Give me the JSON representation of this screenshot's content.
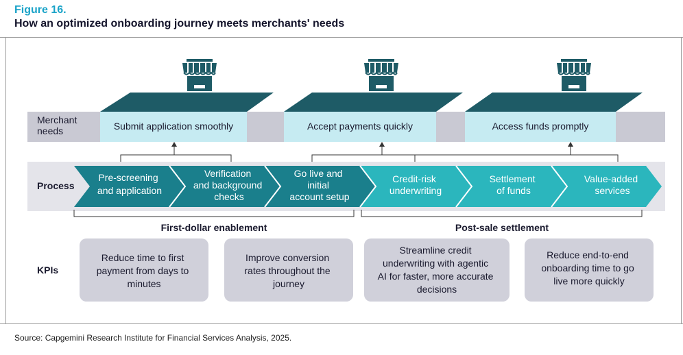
{
  "figure_label": "Figure 16.",
  "figure_title": "How an optimized onboarding journey meets merchants' needs",
  "rows": {
    "merchant_needs": [
      "Merchant",
      "needs"
    ],
    "process": "Process",
    "kpis": "KPIs"
  },
  "needs": [
    "Submit application smoothly",
    "Accept payments quickly",
    "Access funds promptly"
  ],
  "process_steps": [
    [
      "Pre-screening",
      "and application"
    ],
    [
      "Verification",
      "and background",
      "checks"
    ],
    [
      "Go live and",
      "initial",
      "account setup"
    ],
    [
      "Credit-risk",
      "underwriting"
    ],
    [
      "Settlement",
      "of funds"
    ],
    [
      "Value-added",
      "services"
    ]
  ],
  "phases": [
    "First-dollar enablement",
    "Post-sale settlement"
  ],
  "kpis": [
    [
      "Reduce time to first",
      "payment from days to",
      "minutes"
    ],
    [
      "Improve conversion",
      "rates throughout the",
      "journey"
    ],
    [
      "Streamline credit",
      "underwriting with agentic",
      "AI for faster, more accurate",
      "decisions"
    ],
    [
      "Reduce end-to-end",
      "onboarding time to go",
      "live more quickly"
    ]
  ],
  "icons": [
    "storefront-icon",
    "storefront-icon",
    "storefront-icon"
  ],
  "colors": {
    "accent": "#1aa3c8",
    "dark_teal": "#1a7f8c",
    "bright_teal": "#2bb6bd",
    "store": "#1e5b66",
    "band_grey": "#e4e4ea",
    "need_box": "#c6ebf2",
    "kpi_box": "#d0d0da"
  },
  "source": "Source: Capgemini Research Institute for Financial Services Analysis, 2025."
}
